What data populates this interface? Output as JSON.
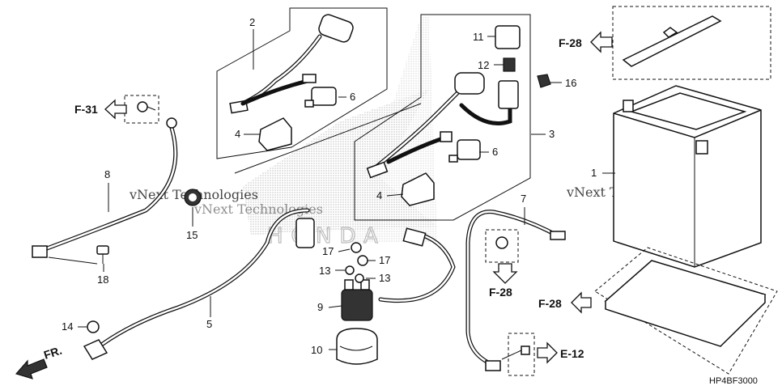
{
  "diagram": {
    "code": "HP4BF3000",
    "watermark": [
      "vNext Technologies",
      "vNext Technologies",
      "vNext Technologies"
    ],
    "logo_text": "HONDA",
    "front_label": "FR.",
    "callouts": [
      {
        "id": "c1",
        "text": "1"
      },
      {
        "id": "c2",
        "text": "2"
      },
      {
        "id": "c3",
        "text": "3"
      },
      {
        "id": "c4a",
        "text": "4"
      },
      {
        "id": "c4b",
        "text": "4"
      },
      {
        "id": "c5",
        "text": "5"
      },
      {
        "id": "c6a",
        "text": "6"
      },
      {
        "id": "c6b",
        "text": "6"
      },
      {
        "id": "c7",
        "text": "7"
      },
      {
        "id": "c8",
        "text": "8"
      },
      {
        "id": "c9",
        "text": "9"
      },
      {
        "id": "c10",
        "text": "10"
      },
      {
        "id": "c11",
        "text": "11"
      },
      {
        "id": "c12",
        "text": "12"
      },
      {
        "id": "c13a",
        "text": "13"
      },
      {
        "id": "c13b",
        "text": "13"
      },
      {
        "id": "c14",
        "text": "14"
      },
      {
        "id": "c15",
        "text": "15"
      },
      {
        "id": "c16",
        "text": "16"
      },
      {
        "id": "c17a",
        "text": "17"
      },
      {
        "id": "c17b",
        "text": "17"
      },
      {
        "id": "c18",
        "text": "18"
      }
    ],
    "refs": {
      "f31": "F-31",
      "f28_top": "F-28",
      "f28_mid": "F-28",
      "f28_right": "F-28",
      "e12": "E-12"
    }
  }
}
